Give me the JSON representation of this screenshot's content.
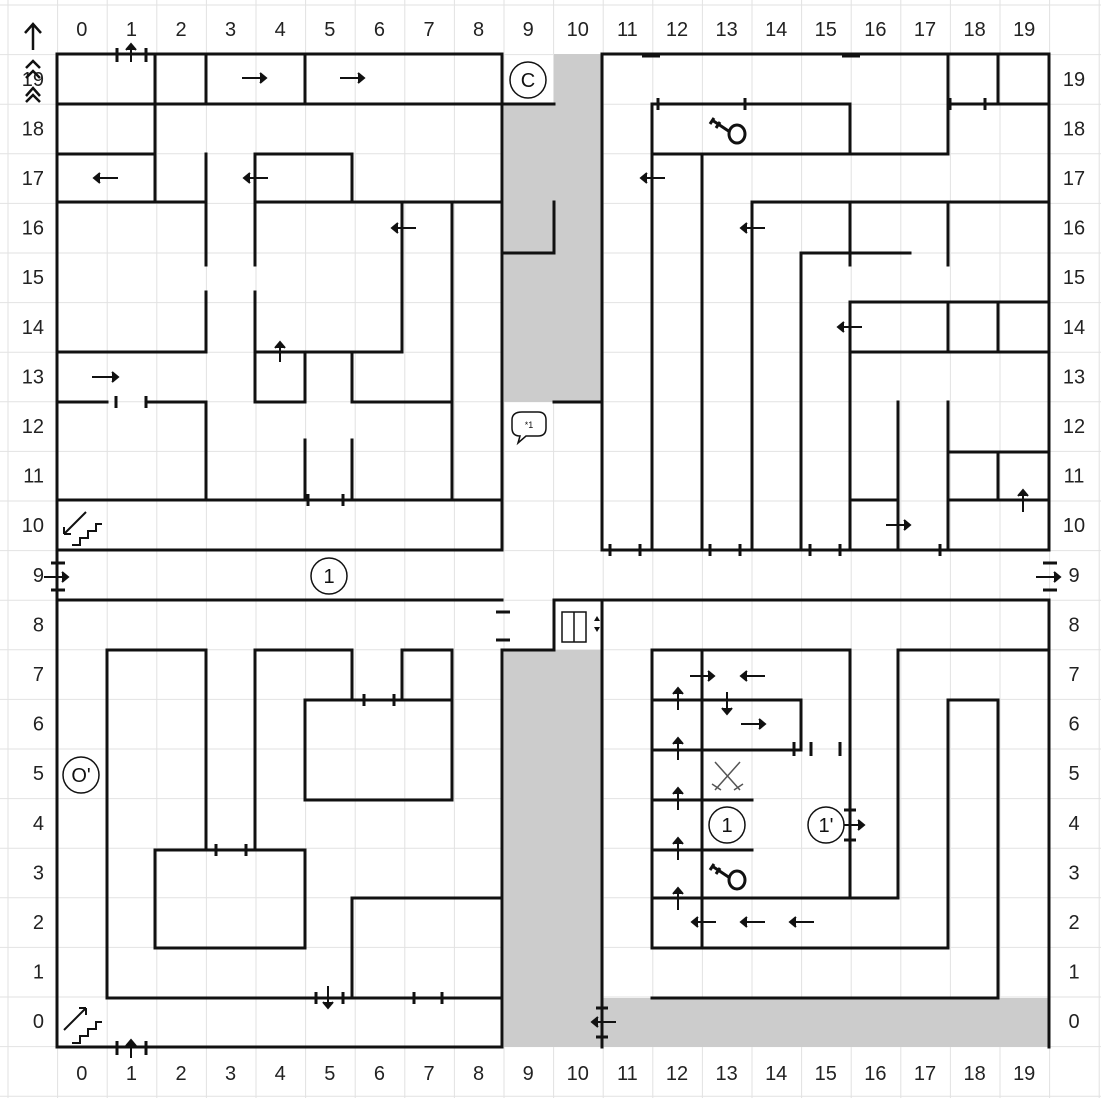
{
  "map": {
    "columns": [
      "0",
      "1",
      "2",
      "3",
      "4",
      "5",
      "6",
      "7",
      "8",
      "9",
      "10",
      "11",
      "12",
      "13",
      "14",
      "15",
      "16",
      "17",
      "18",
      "19"
    ],
    "rows": [
      "0",
      "1",
      "2",
      "3",
      "4",
      "5",
      "6",
      "7",
      "8",
      "9",
      "10",
      "11",
      "12",
      "13",
      "14",
      "15",
      "16",
      "17",
      "18",
      "19"
    ],
    "colors": {
      "grid": "#e2e2e2",
      "wall": "#111111",
      "shaded": "#cccccc",
      "background": "#ffffff"
    },
    "markers": {
      "c_label": "C",
      "one_label": "1",
      "one_prime_label": "1'",
      "o_prime_label": "O'",
      "chat_label": "*1"
    },
    "icons": [
      "north-arrow-icon",
      "stairs-up-icon",
      "stairs-down-icon",
      "key-icon",
      "crossed-swords-icon",
      "chat-bubble-icon",
      "elevator-icon",
      "one-way-door-icon"
    ]
  }
}
